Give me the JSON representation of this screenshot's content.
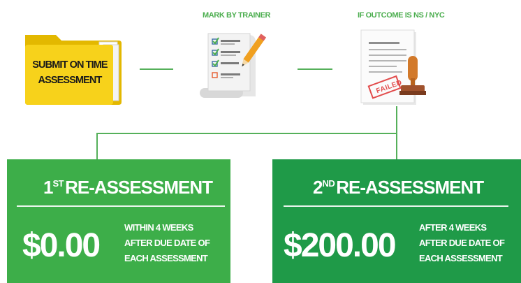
{
  "steps": {
    "submit": {
      "label_line1": "SUBMIT ON TIME",
      "label_line2": "ASSESSMENT",
      "icon": "folder-icon"
    },
    "mark": {
      "label": "MARK BY TRAINER",
      "icon": "checklist-icon"
    },
    "outcome": {
      "label": "IF OUTCOME IS NS / NYC",
      "icon": "failed-stamp-icon",
      "stamp_text": "FAILED"
    }
  },
  "reassessments": [
    {
      "ordinal": "1",
      "ordinal_suffix": "ST",
      "title": "RE-ASSESSMENT",
      "price": "$0.00",
      "note_line1": "WITHIN 4 WEEKS",
      "note_line2": "AFTER DUE DATE OF",
      "note_line3": "EACH ASSESSMENT",
      "color": "#3dae49"
    },
    {
      "ordinal": "2",
      "ordinal_suffix": "ND",
      "title": "RE-ASSESSMENT",
      "price": "$200.00",
      "note_line1": "AFTER 4 WEEKS",
      "note_line2": "AFTER DUE DATE OF",
      "note_line3": "EACH ASSESSMENT",
      "color": "#1f9a48"
    }
  ],
  "colors": {
    "connector": "#55b05a",
    "label_green": "#4cae4f",
    "folder_yellow": "#f7d21b",
    "folder_dark": "#e3b800"
  }
}
